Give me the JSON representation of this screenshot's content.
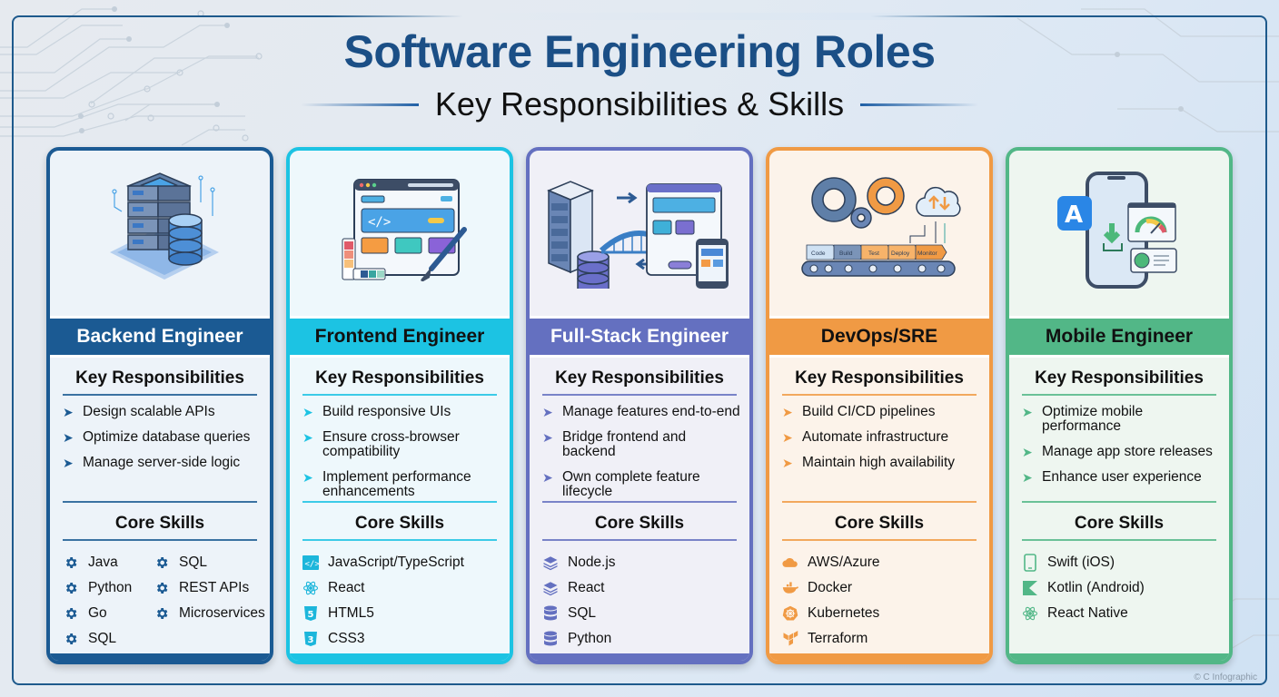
{
  "header": {
    "title": "Software Engineering Roles",
    "subtitle": "Key Responsibilities & Skills"
  },
  "colors": {
    "title": "#1b4f86",
    "frame": "#1e5a8c",
    "backend": "#1b5a93",
    "frontend": "#1cc3e3",
    "fullstack": "#6470c0",
    "devops": "#f09a44",
    "mobile": "#52b787"
  },
  "section_labels": {
    "responsibilities": "Key Responsibilities",
    "skills": "Core Skills"
  },
  "cards": [
    {
      "role": "Backend Engineer",
      "illustration": "server-database-illustration",
      "responsibilities": [
        "Design scalable APIs",
        "Optimize database queries",
        "Manage server-side logic"
      ],
      "skills": [
        {
          "label": "Java",
          "icon": "gear-icon"
        },
        {
          "label": "Python",
          "icon": "gear-icon"
        },
        {
          "label": "Go",
          "icon": "gear-icon"
        },
        {
          "label": "SQL",
          "icon": "gear-icon"
        },
        {
          "label": "SQL",
          "icon": "gear-icon"
        },
        {
          "label": "REST APIs",
          "icon": "gear-icon"
        },
        {
          "label": "Microservices",
          "icon": "gear-icon"
        }
      ]
    },
    {
      "role": "Frontend Engineer",
      "illustration": "browser-ui-design-illustration",
      "responsibilities": [
        "Build responsive UIs",
        "Ensure cross-browser compatibility",
        "Implement performance enhancements"
      ],
      "skills": [
        {
          "label": "JavaScript/TypeScript",
          "icon": "code-icon"
        },
        {
          "label": "React",
          "icon": "react-atom-icon"
        },
        {
          "label": "HTML5",
          "icon": "html5-shield-icon"
        },
        {
          "label": "CSS3",
          "icon": "css3-shield-icon"
        }
      ]
    },
    {
      "role": "Full-Stack Engineer",
      "illustration": "server-bridge-client-illustration",
      "responsibilities": [
        "Manage features end-to-end",
        "Bridge frontend and backend",
        "Own complete feature lifecycle"
      ],
      "skills": [
        {
          "label": "Node.js",
          "icon": "layers-icon"
        },
        {
          "label": "React",
          "icon": "layers-icon"
        },
        {
          "label": "SQL",
          "icon": "database-icon"
        },
        {
          "label": "Python",
          "icon": "database-icon"
        }
      ]
    },
    {
      "role": "DevOps/SRE",
      "illustration": "ci-cd-pipeline-illustration",
      "pipeline_stages": [
        "Code",
        "Build",
        "Test",
        "Deploy",
        "Monitor"
      ],
      "responsibilities": [
        "Build CI/CD pipelines",
        "Automate infrastructure",
        "Maintain high availability"
      ],
      "skills": [
        {
          "label": "AWS/Azure",
          "icon": "cloud-icon"
        },
        {
          "label": "Docker",
          "icon": "docker-whale-icon"
        },
        {
          "label": "Kubernetes",
          "icon": "kubernetes-helm-icon"
        },
        {
          "label": "Terraform",
          "icon": "terraform-icon"
        }
      ]
    },
    {
      "role": "Mobile Engineer",
      "illustration": "mobile-app-illustration",
      "responsibilities": [
        "Optimize mobile performance",
        "Manage app store releases",
        "Enhance user experience"
      ],
      "skills": [
        {
          "label": "Swift (iOS)",
          "icon": "smartphone-icon"
        },
        {
          "label": "Kotlin (Android)",
          "icon": "kotlin-icon"
        },
        {
          "label": "React Native",
          "icon": "react-atom-icon"
        }
      ]
    }
  ],
  "footer": {
    "copyright": "© C Infographic"
  }
}
